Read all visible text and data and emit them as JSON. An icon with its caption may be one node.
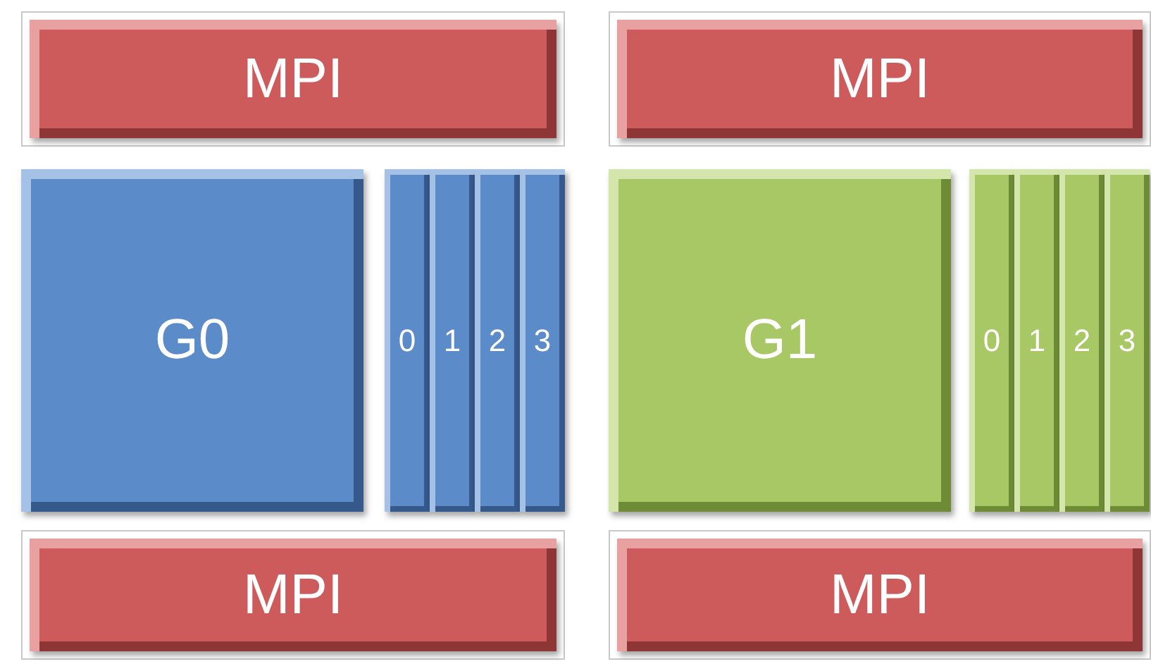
{
  "diagram": {
    "nodes": [
      {
        "text": [
          "MPI"
        ]
      },
      {
        "text": [
          "MPI"
        ]
      },
      {
        "text": [
          "G0"
        ]
      },
      {
        "text": [
          "0"
        ]
      },
      {
        "text": [
          "1"
        ]
      },
      {
        "text": [
          "2"
        ]
      },
      {
        "text": [
          "3"
        ]
      },
      {
        "text": [
          "G1"
        ]
      },
      {
        "text": [
          "0"
        ]
      },
      {
        "text": [
          "1"
        ]
      },
      {
        "text": [
          "2"
        ]
      },
      {
        "text": [
          "3"
        ]
      },
      {
        "text": [
          "MPI"
        ]
      },
      {
        "text": [
          "MPI"
        ]
      }
    ]
  }
}
